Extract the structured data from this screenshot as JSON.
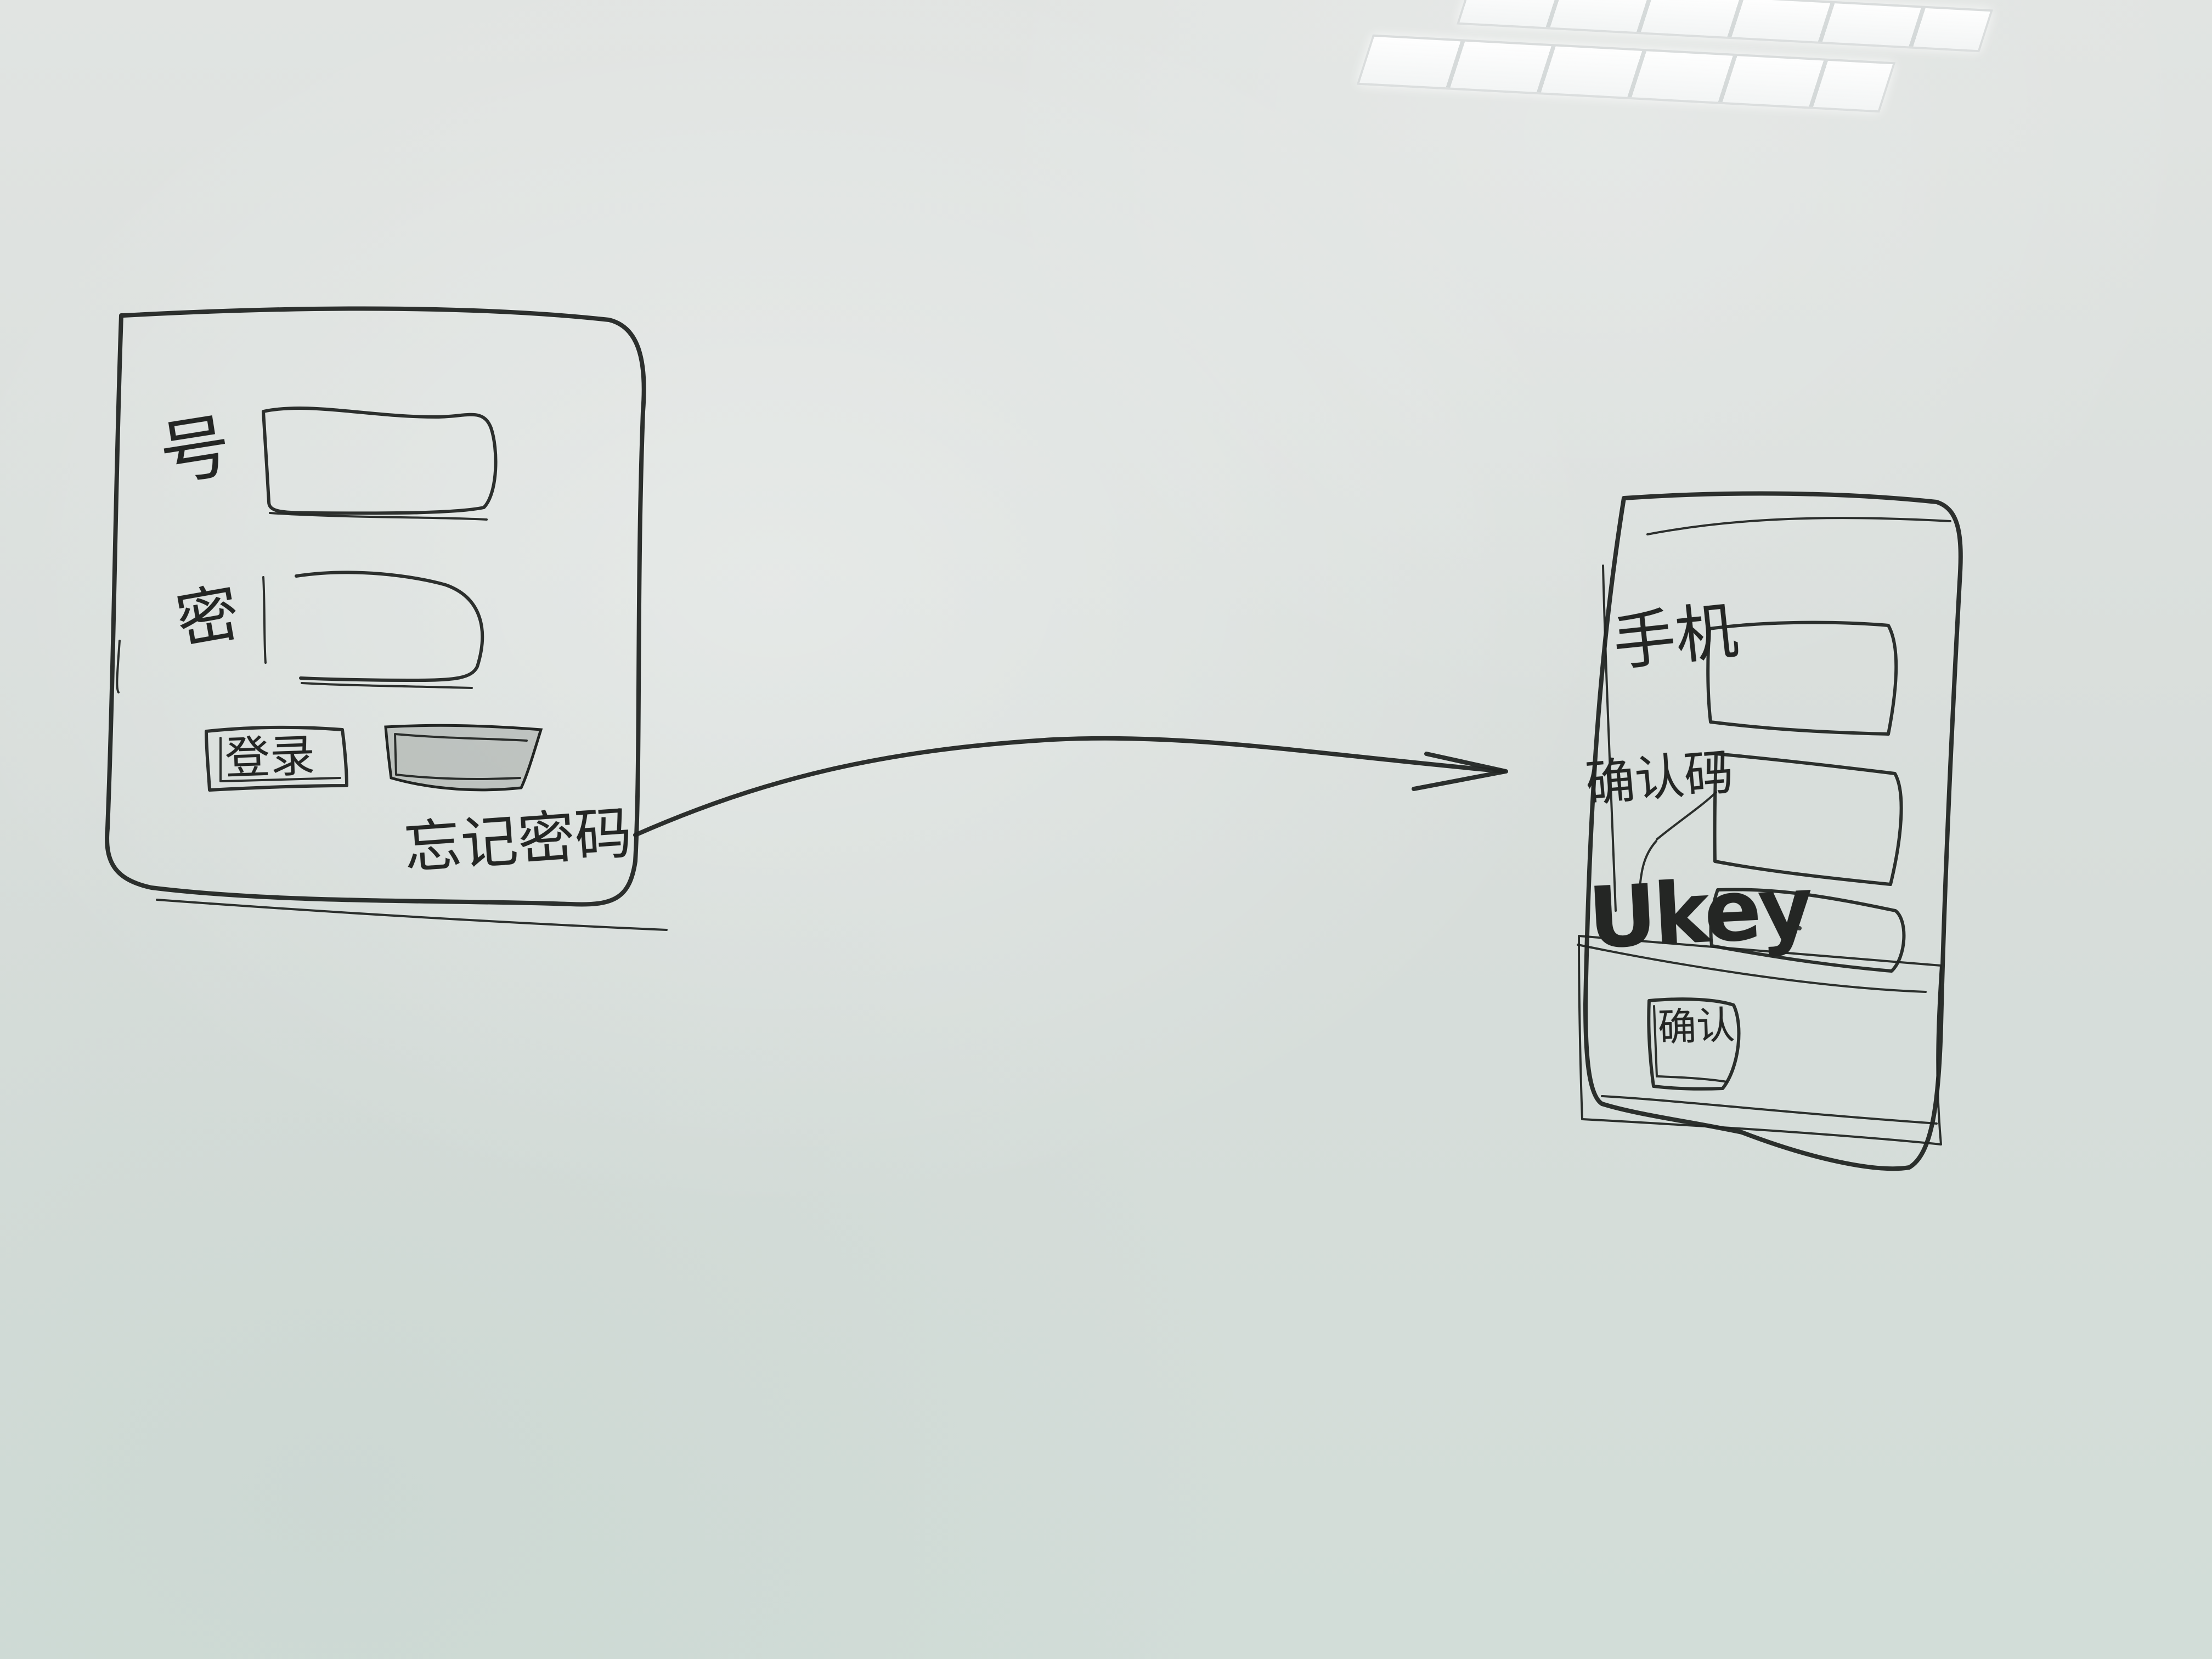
{
  "login_screen": {
    "username_label": "号",
    "password_label": "密",
    "button_label": "登录",
    "forgot_link": "忘记密码"
  },
  "verification_screen": {
    "phone_label": "手机",
    "code_label": "确认码",
    "ukey_label": "Ukey",
    "button_label": "确认"
  },
  "flow": {
    "arrow_icon": "arrow-right-icon"
  },
  "environment": {
    "ceiling_light_icon": "ceiling-light-icon"
  }
}
